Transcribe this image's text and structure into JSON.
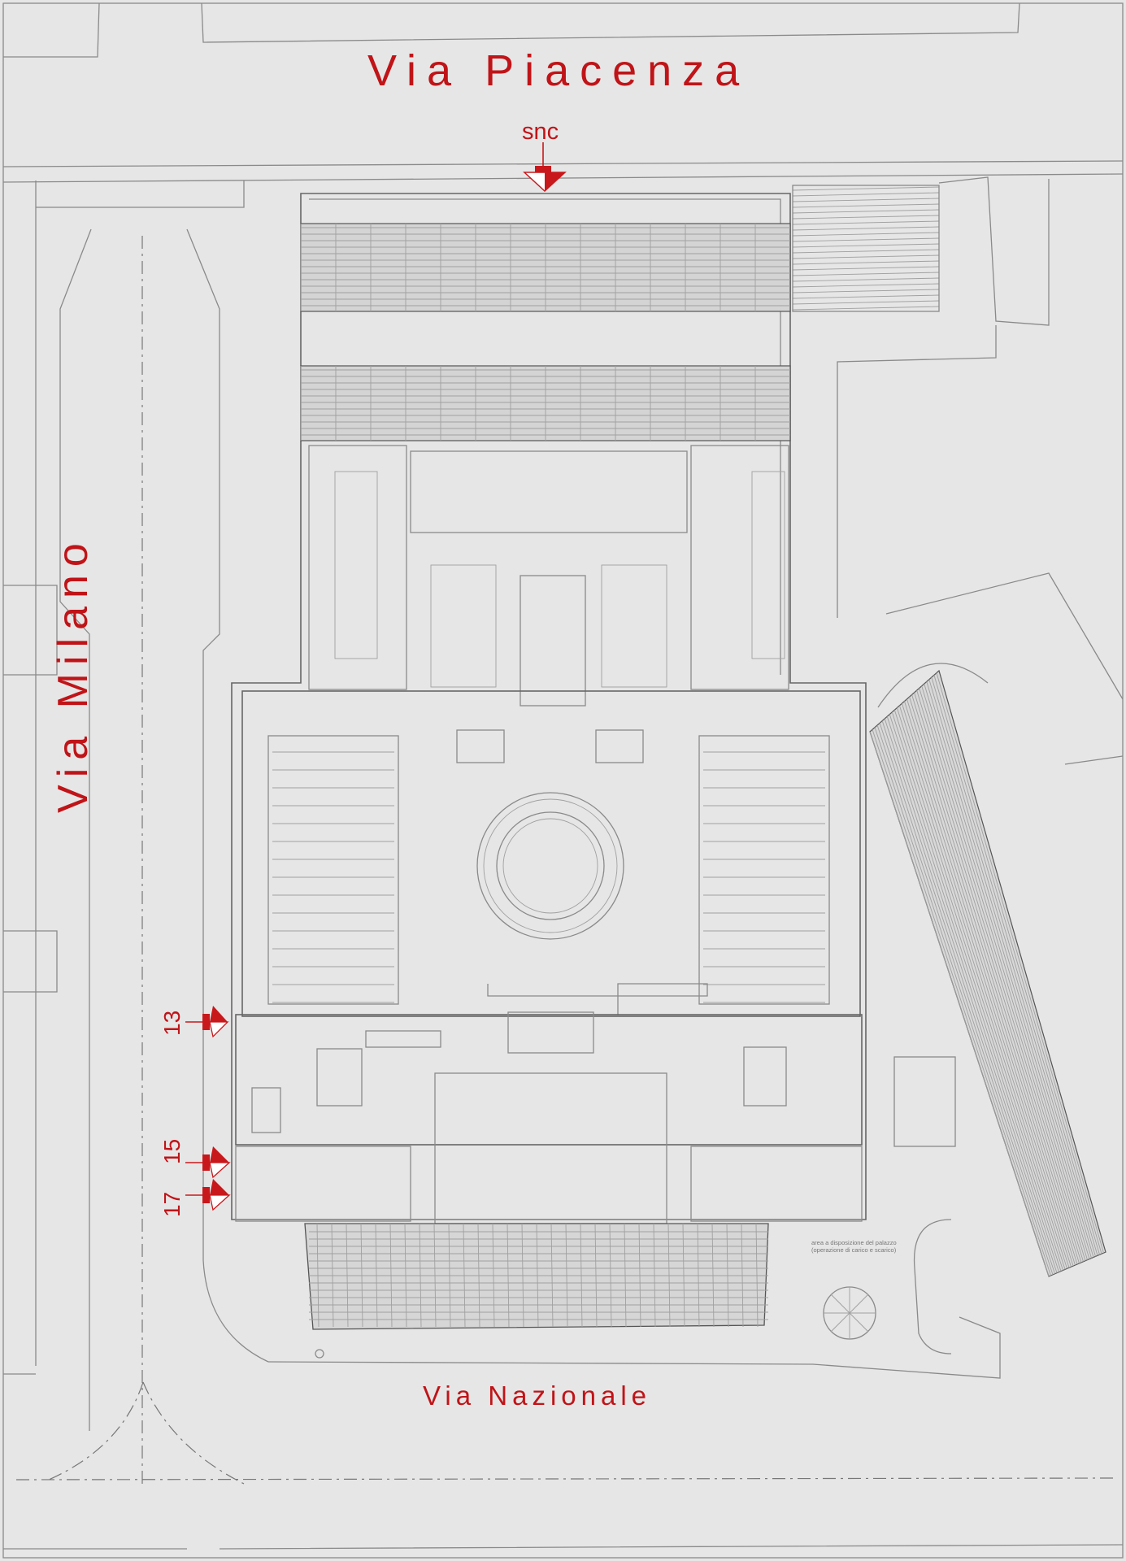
{
  "map": {
    "streets": {
      "north": "Via Piacenza",
      "west": "Via Milano",
      "south": "Via Nazionale"
    },
    "access_points": {
      "north": "snc",
      "west_1": "13",
      "west_2": "15",
      "west_3": "17"
    },
    "note": "area a disposizione del palazzo (operazione di carico e scarico)",
    "colors": {
      "background": "#e6e6e6",
      "lines": "#8a8a8a",
      "labels": "#c01418"
    }
  }
}
